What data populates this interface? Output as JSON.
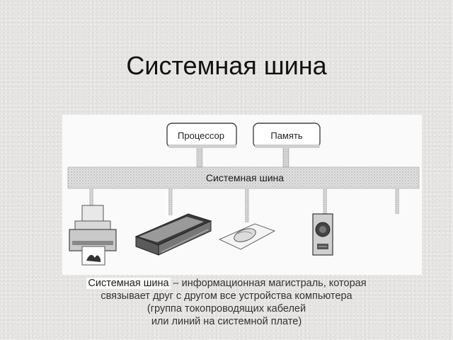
{
  "slide": {
    "title": "Системная шина"
  },
  "diagram": {
    "processor_label": "Процессор",
    "memory_label": "Память",
    "bus_label": "Системная шина",
    "devices": [
      {
        "icon": "printer-icon"
      },
      {
        "icon": "scanner-icon"
      },
      {
        "icon": "mouse-icon"
      },
      {
        "icon": "speaker-icon"
      }
    ]
  },
  "caption": {
    "term": "Системная шина",
    "line1_rest": " – информационная магистраль, которая",
    "line2": "связывает друг с другом все устройства компьютера",
    "line3": "(группа токопроводящих кабелей",
    "line4": "или линий на системной плате)"
  }
}
